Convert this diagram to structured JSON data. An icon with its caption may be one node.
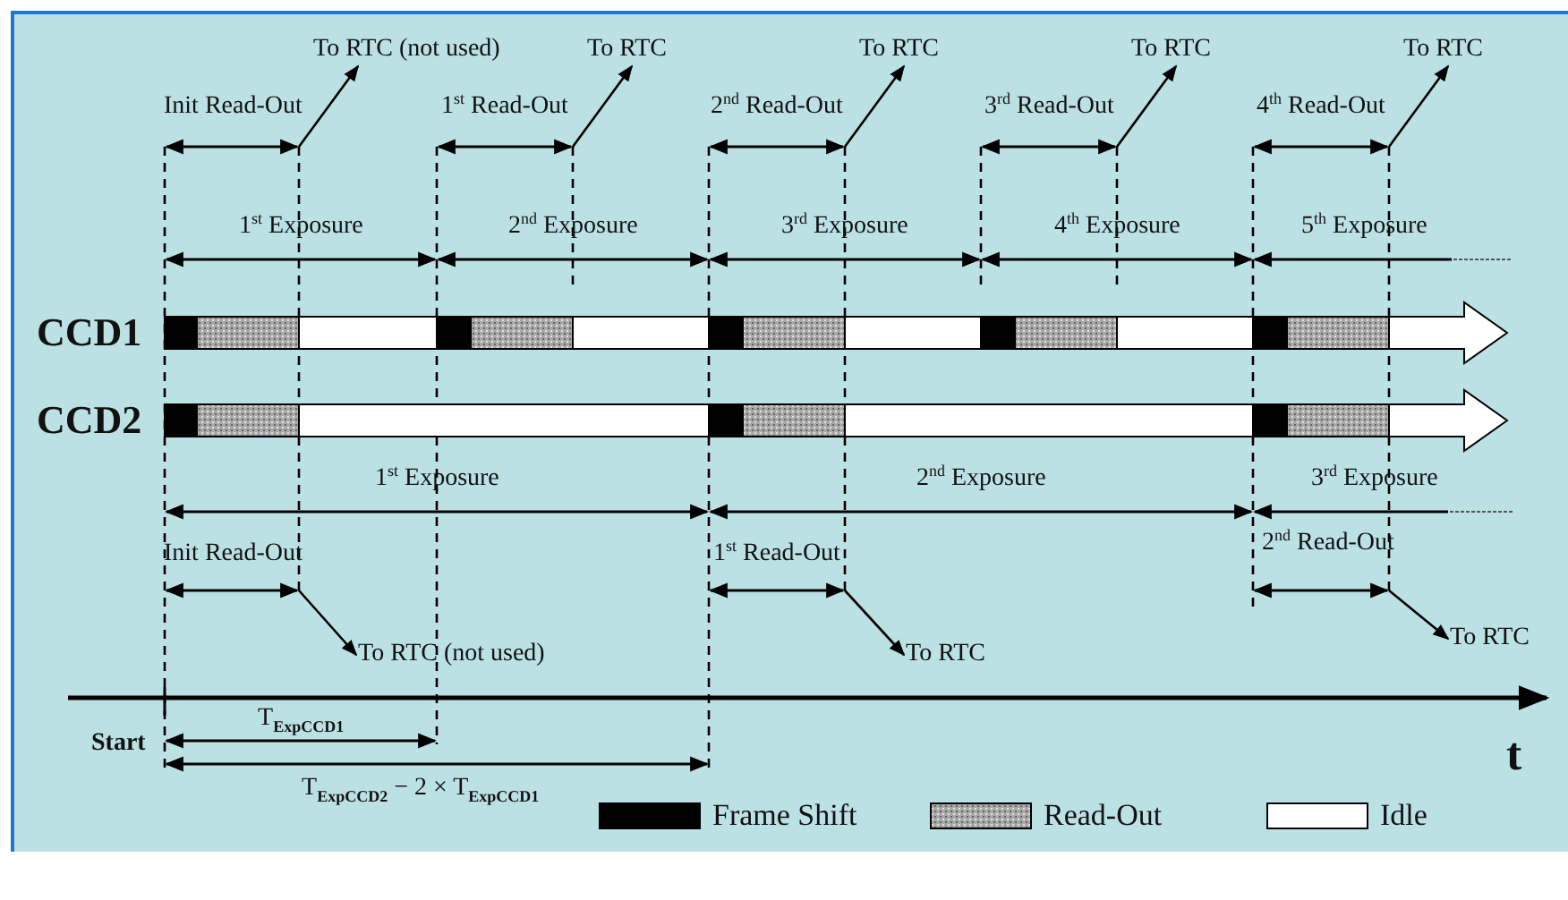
{
  "diagram": {
    "nodes": [
      {
        "text": [
          "To RTC (not used)"
        ]
      },
      {
        "text": [
          "To RTC"
        ]
      },
      {
        "text": [
          "To RTC"
        ]
      },
      {
        "text": [
          "To RTC"
        ]
      },
      {
        "text": [
          "To RTC"
        ]
      },
      {
        "text": [
          "To RTC (not used)"
        ]
      },
      {
        "text": [
          "To RTC"
        ]
      },
      {
        "text": [
          "To RTC"
        ]
      }
    ],
    "edges": [
      {
        "from": null,
        "to": 0,
        "arrow": "to"
      },
      {
        "from": null,
        "to": 1,
        "arrow": "to"
      },
      {
        "from": null,
        "to": 2,
        "arrow": "to"
      },
      {
        "from": null,
        "to": 3,
        "arrow": "to"
      },
      {
        "from": null,
        "to": 4,
        "arrow": "to"
      },
      {
        "from": null,
        "to": 5,
        "arrow": "to"
      },
      {
        "from": null,
        "to": 6,
        "arrow": "to"
      },
      {
        "from": null,
        "to": 7,
        "arrow": "to"
      }
    ],
    "labels": [
      "Init Read-Out",
      "1$^{st}$ Read-Out",
      "2$^{nd}$ Read-Out",
      "3$^{rd}$ Read-Out",
      "4$^{th}$ Read-Out",
      "1$^{st}$ Exposure",
      "2$^{nd}$ Exposure",
      "3$^{rd}$ Exposure",
      "4$^{th}$ Exposure",
      "5$^{th}$ Exposure",
      "CCD1",
      "CCD2",
      "1$^{st}$ Exposure",
      "2$^{nd}$ Exposure",
      "3$^{rd}$ Exposure",
      "Init Read-Out",
      "1$^{st}$ Read-Out",
      "2$^{nd}$ Read-Out",
      "Start",
      "T$_{ExpCCD1}$",
      "t",
      "T$_{ExpCCD2}$ − 2 × T$_{ExpCCD1}$"
    ],
    "legend": [
      {
        "text": "Frame Shift",
        "color": "#000000"
      },
      {
        "text": "Read-Out",
        "color": "#a8a8a8"
      },
      {
        "text": "Idle",
        "color": "#ffffff"
      }
    ]
  }
}
